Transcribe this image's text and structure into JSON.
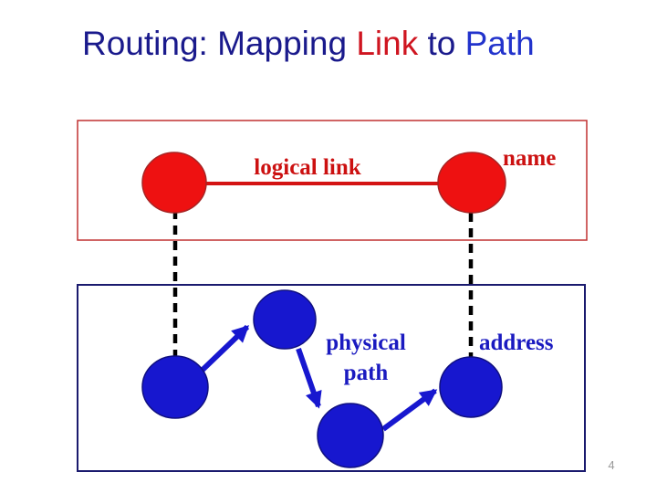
{
  "slide": {
    "title": {
      "part1": "Routing: Mapping ",
      "part2": "Link",
      "part3": " to ",
      "part4": "Path"
    },
    "logical_layer": {
      "link_label": "logical link",
      "name_label": "name"
    },
    "physical_layer": {
      "path_label_line1": "physical",
      "path_label_line2": "path",
      "address_label": "address"
    },
    "page_number": "4",
    "colors": {
      "title_navy": "#1a1a8c",
      "title_red": "#cf1520",
      "title_blue": "#2233cc",
      "node_red_fill": "#ee1111",
      "node_red_stroke": "#a82424",
      "node_blue_fill": "#1717cf",
      "node_blue_stroke": "#101080",
      "logical_box_border": "#c03030",
      "physical_box_border": "#1a1a6e",
      "label_red": "#cc1111",
      "label_blue": "#1a1ac0",
      "dashed_line": "#000000",
      "page_number_gray": "#999999",
      "background": "#ffffff"
    }
  }
}
